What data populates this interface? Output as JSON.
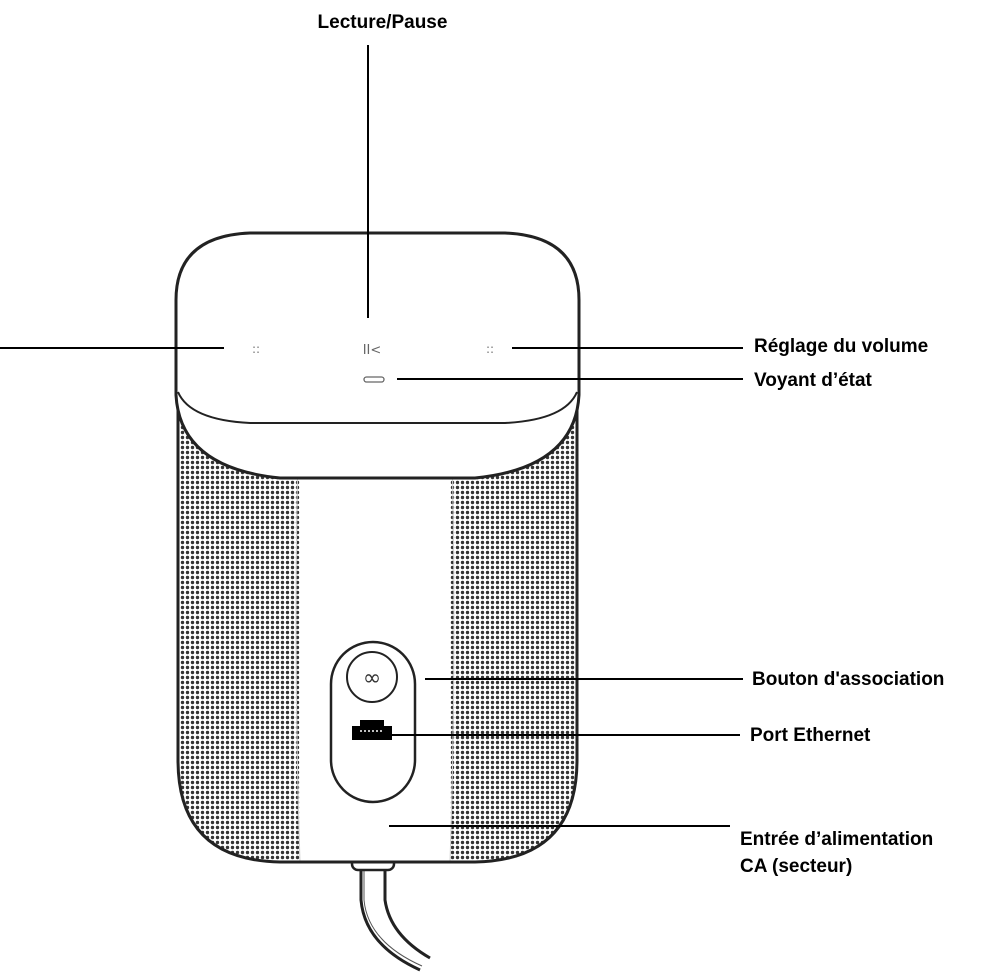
{
  "labels": {
    "play_pause": "Lecture/Pause",
    "volume": "Réglage du volume",
    "status_light": "Voyant d’état",
    "join_button": "Bouton d'association",
    "ethernet_port": "Port Ethernet",
    "power_line1": "Entrée d’alimentation",
    "power_line2": "CA (secteur)"
  },
  "controls": {
    "play_pause_glyph": "II<",
    "volume_dots": "::",
    "join_symbol": "∞"
  },
  "colors": {
    "line": "#000000",
    "grille": "#3a3a3a",
    "body_outline": "#222222",
    "background": "#ffffff"
  }
}
